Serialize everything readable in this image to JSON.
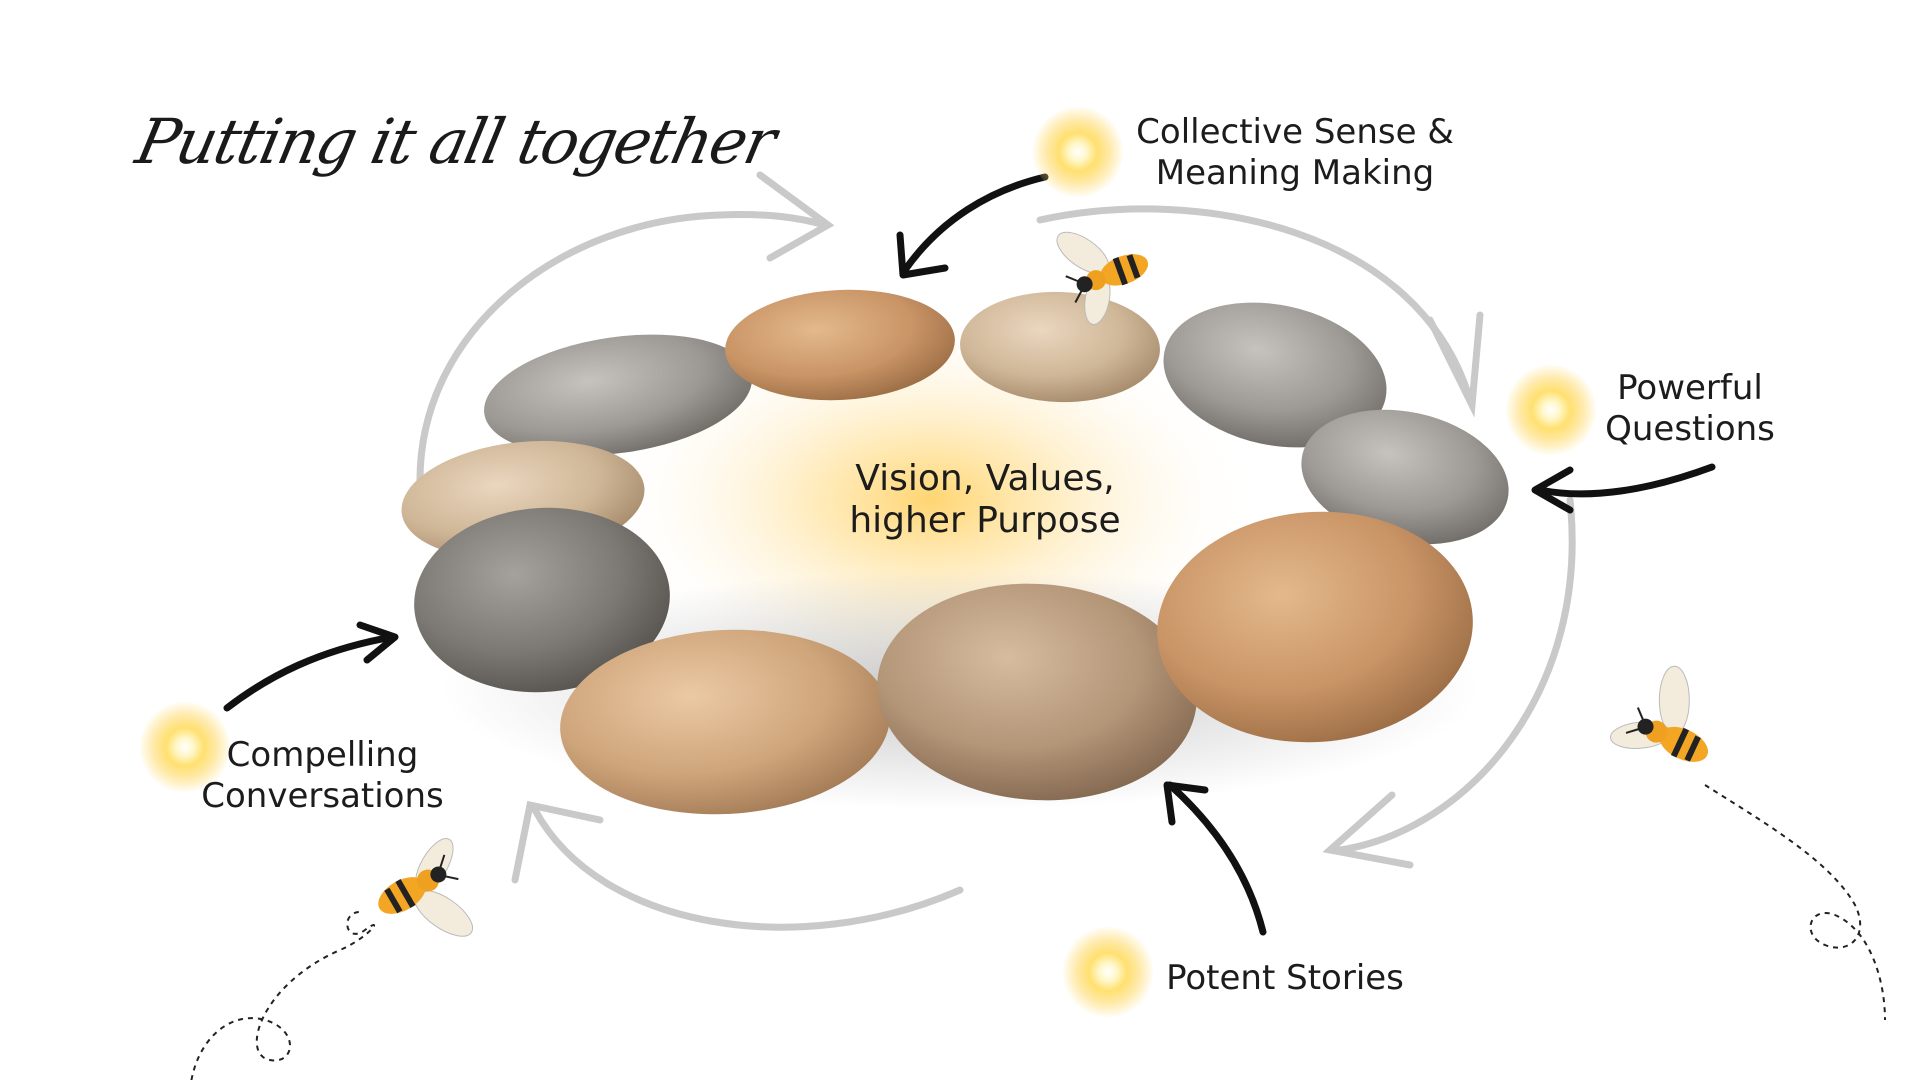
{
  "title": "Putting it all together",
  "center": {
    "line1": "Vision, Values,",
    "line2": "higher Purpose"
  },
  "nodes": {
    "collective": {
      "line1": "Collective Sense &",
      "line2": "Meaning Making"
    },
    "questions": {
      "line1": "Powerful",
      "line2": "Questions"
    },
    "stories": {
      "line1": "Potent Stories"
    },
    "conversations": {
      "line1": "Compelling",
      "line2": "Conversations"
    }
  },
  "colors": {
    "glow": "#ffd45a",
    "cycle_arrow": "#c9c9c9",
    "pointer_arrow": "#111111",
    "text": "#1c1c1c"
  },
  "icons": [
    "bee-icon",
    "glow-dot-icon",
    "stone-icon",
    "cycle-arrow-icon",
    "pointer-arrow-icon",
    "dashed-flight-path-icon"
  ]
}
